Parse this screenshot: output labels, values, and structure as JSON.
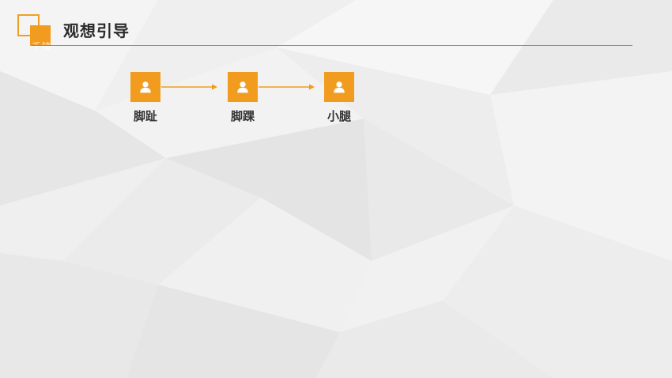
{
  "slide": {
    "title": "观想引导",
    "watermark": "千锋"
  },
  "flow": {
    "nodes": [
      {
        "label": "脚趾",
        "icon": "user-icon"
      },
      {
        "label": "脚踝",
        "icon": "user-icon"
      },
      {
        "label": "小腿",
        "icon": "user-icon"
      }
    ]
  },
  "colors": {
    "accent": "#f29c1f",
    "rule": "#8c8c8c",
    "text": "#2b2b2b"
  }
}
